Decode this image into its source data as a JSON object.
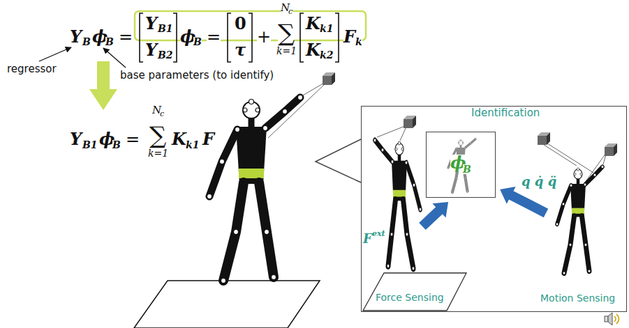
{
  "diagram": {
    "nodes": [
      {
        "text": [
          "F",
          "ext",
          "q q̇ q̈",
          "Motion Sensing"
        ]
      },
      {
        "text": [
          "Identification",
          "ϕ",
          "B"
        ],
        "in": 0
      },
      {
        "text": [
          "Force Sensing"
        ],
        "in": 0
      }
    ],
    "labels": [
      "Y",
      "B",
      "ϕ",
      "B",
      "=",
      "Y",
      "B1",
      "Y",
      "B2",
      "ϕ",
      "B",
      "=",
      "0",
      "τ",
      "+",
      "N",
      "c",
      "∑",
      "k=1",
      "K",
      "k1",
      "K",
      "k2",
      "F",
      "k",
      "regressor",
      "base parameters (to identify)",
      "Y",
      "B1",
      "ϕ",
      "B",
      "=",
      "N",
      "c",
      "∑",
      "k=1",
      "K",
      "k1",
      "F"
    ]
  }
}
